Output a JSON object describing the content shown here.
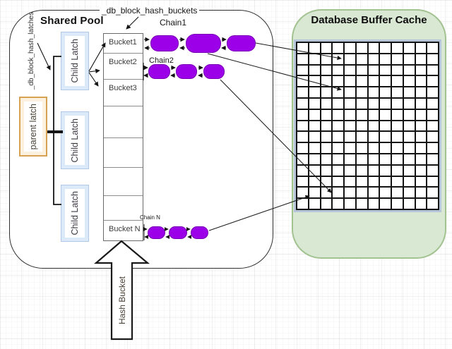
{
  "shared_pool": {
    "title": "Shared Pool",
    "hash_latches_label": "_db_block_hash_latches",
    "hash_buckets_label": "_db_block_hash_buckets",
    "parent_latch_label": "parent latch",
    "child_latches": [
      "Child Latch",
      "Child Latch",
      "Child Latch"
    ],
    "buckets": [
      "Bucket1",
      "Bucket2",
      "Bucket3",
      "",
      "",
      "",
      "",
      "Bucket N"
    ],
    "chains": [
      {
        "label": "Chain1",
        "blocks": 3
      },
      {
        "label": "Chain2",
        "blocks": 3
      },
      {
        "label": "Chain N",
        "blocks": 3
      }
    ],
    "hash_arrow_label": "Hash Bucket"
  },
  "buffer_cache": {
    "title": "Database Buffer Cache",
    "grid": {
      "rows": 15,
      "cols": 12
    }
  },
  "colors": {
    "block_purple": "#9b00e8",
    "block_border": "#7a00b5",
    "child_latch_fill": "#dbe9f8",
    "child_latch_border": "#b0c9e6",
    "parent_latch_fill": "#fcf1df",
    "parent_latch_border": "#d8a254",
    "cache_fill": "#d9e8d3",
    "cache_border": "#a2c290",
    "grid_frame": "#b5c4d8"
  }
}
